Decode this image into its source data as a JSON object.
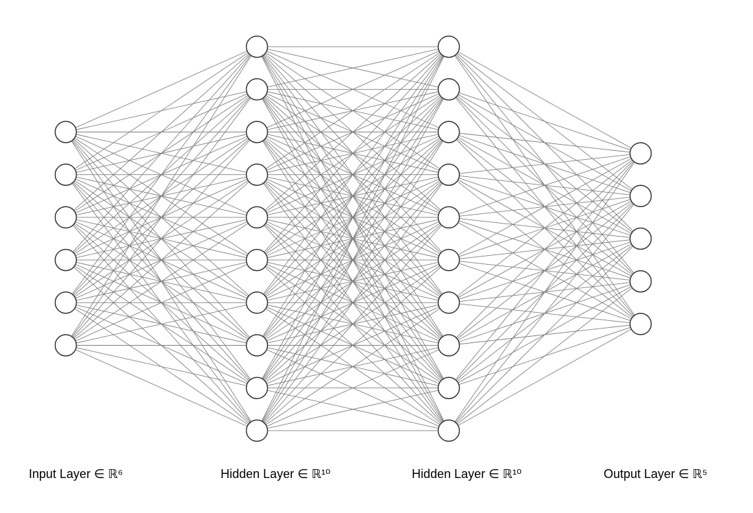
{
  "diagram": {
    "type": "neural-network",
    "colors": {
      "edge": "#808080",
      "node_stroke": "#333333",
      "node_fill": "#ffffff",
      "text": "#000000"
    },
    "layers": [
      {
        "name": "input-layer",
        "label": "Input Layer ∈ ℝ⁶",
        "size": 6
      },
      {
        "name": "hidden-layer-1",
        "label": "Hidden Layer ∈ ℝ¹⁰",
        "size": 10
      },
      {
        "name": "hidden-layer-2",
        "label": "Hidden Layer ∈ ℝ¹⁰",
        "size": 10
      },
      {
        "name": "output-layer",
        "label": "Output Layer ∈ ℝ⁵",
        "size": 5
      }
    ]
  }
}
